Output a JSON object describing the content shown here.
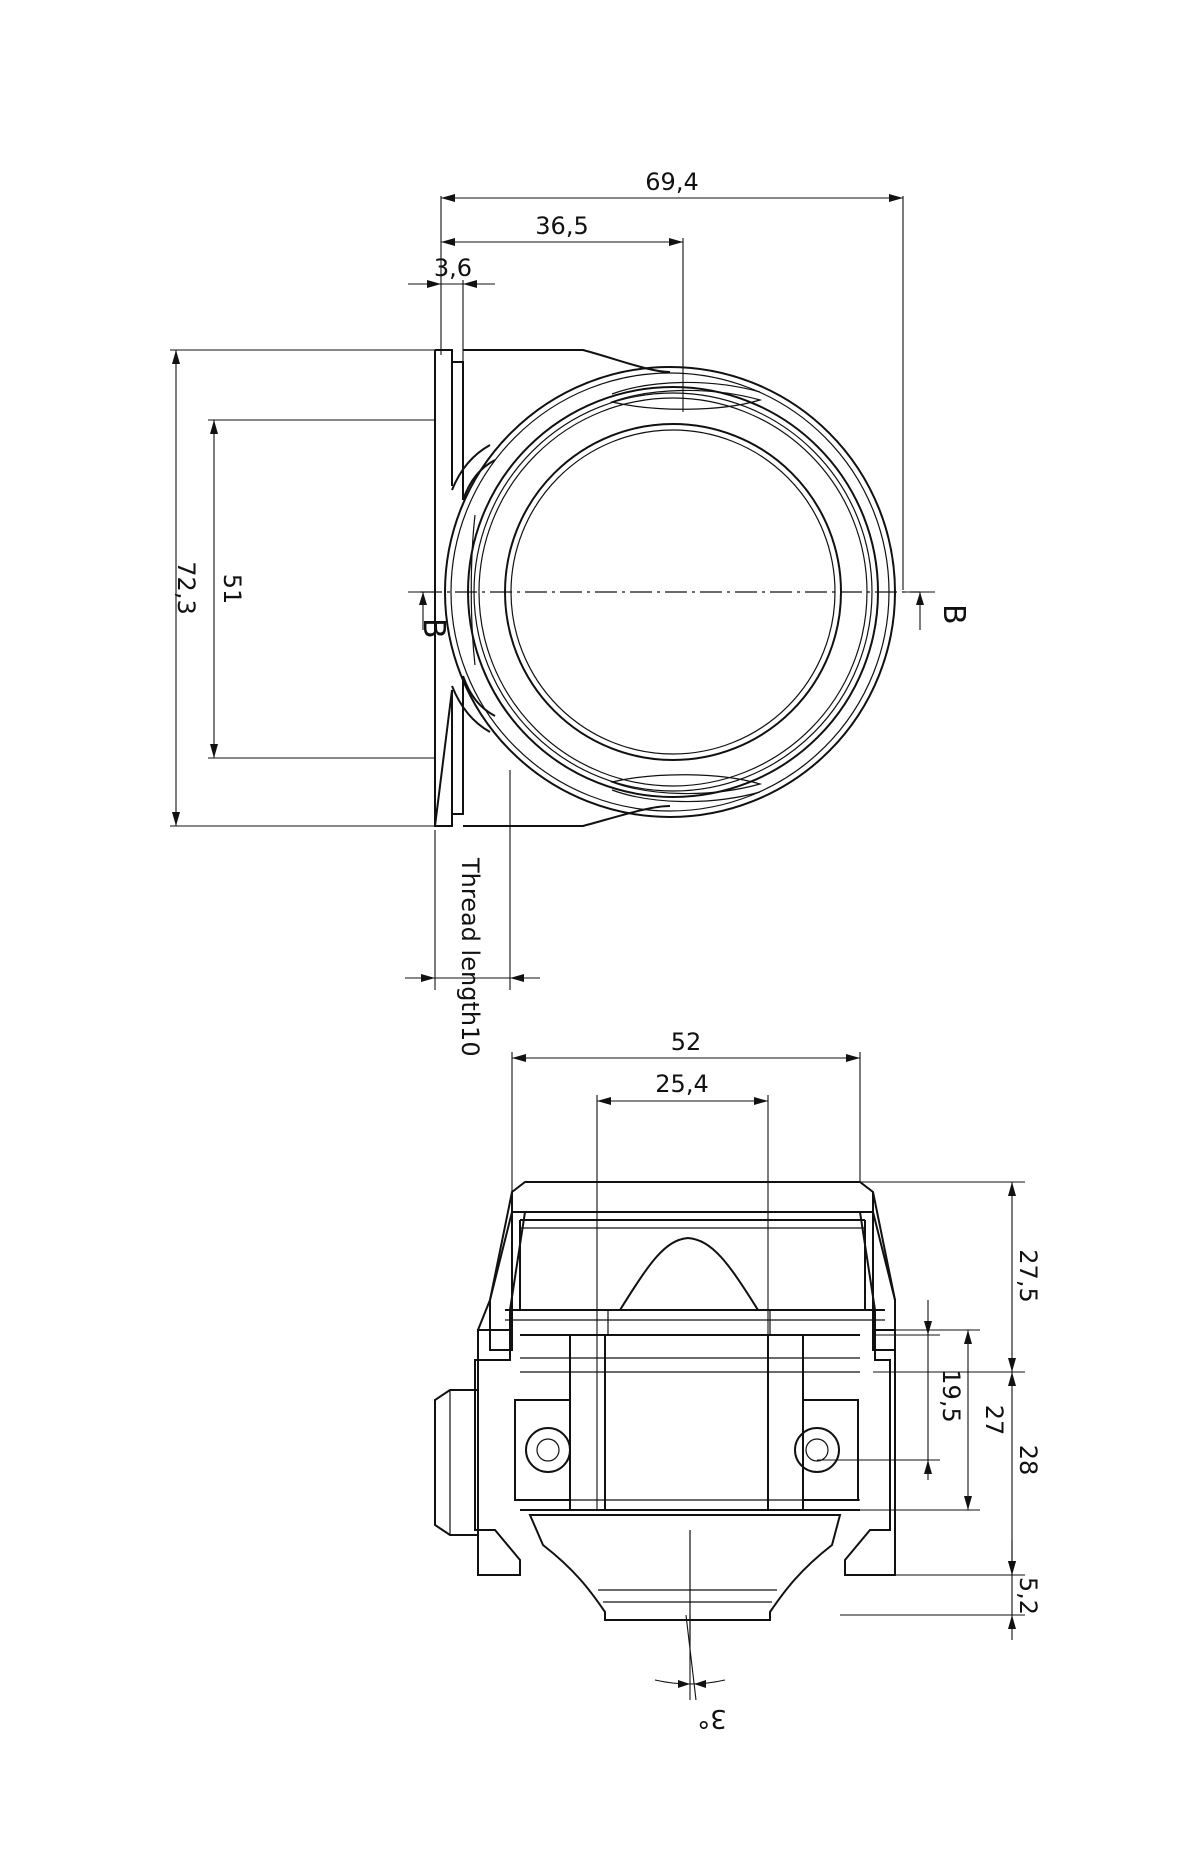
{
  "top_view": {
    "dims": {
      "overall_width": "69,4",
      "center_offset": "36,5",
      "flange_thickness": "3,6",
      "overall_height": "72,3",
      "port_spacing": "51",
      "thread_length": "Thread length10"
    },
    "section_label_left": "B",
    "section_label_right": "B"
  },
  "section_view": {
    "dims": {
      "body_width": "52",
      "bore_width": "25,4",
      "top_height": "27,5",
      "port_height": "19,5",
      "inner_height": "27",
      "mid_height": "28",
      "base_height": "5,2",
      "angle": "3°"
    }
  }
}
